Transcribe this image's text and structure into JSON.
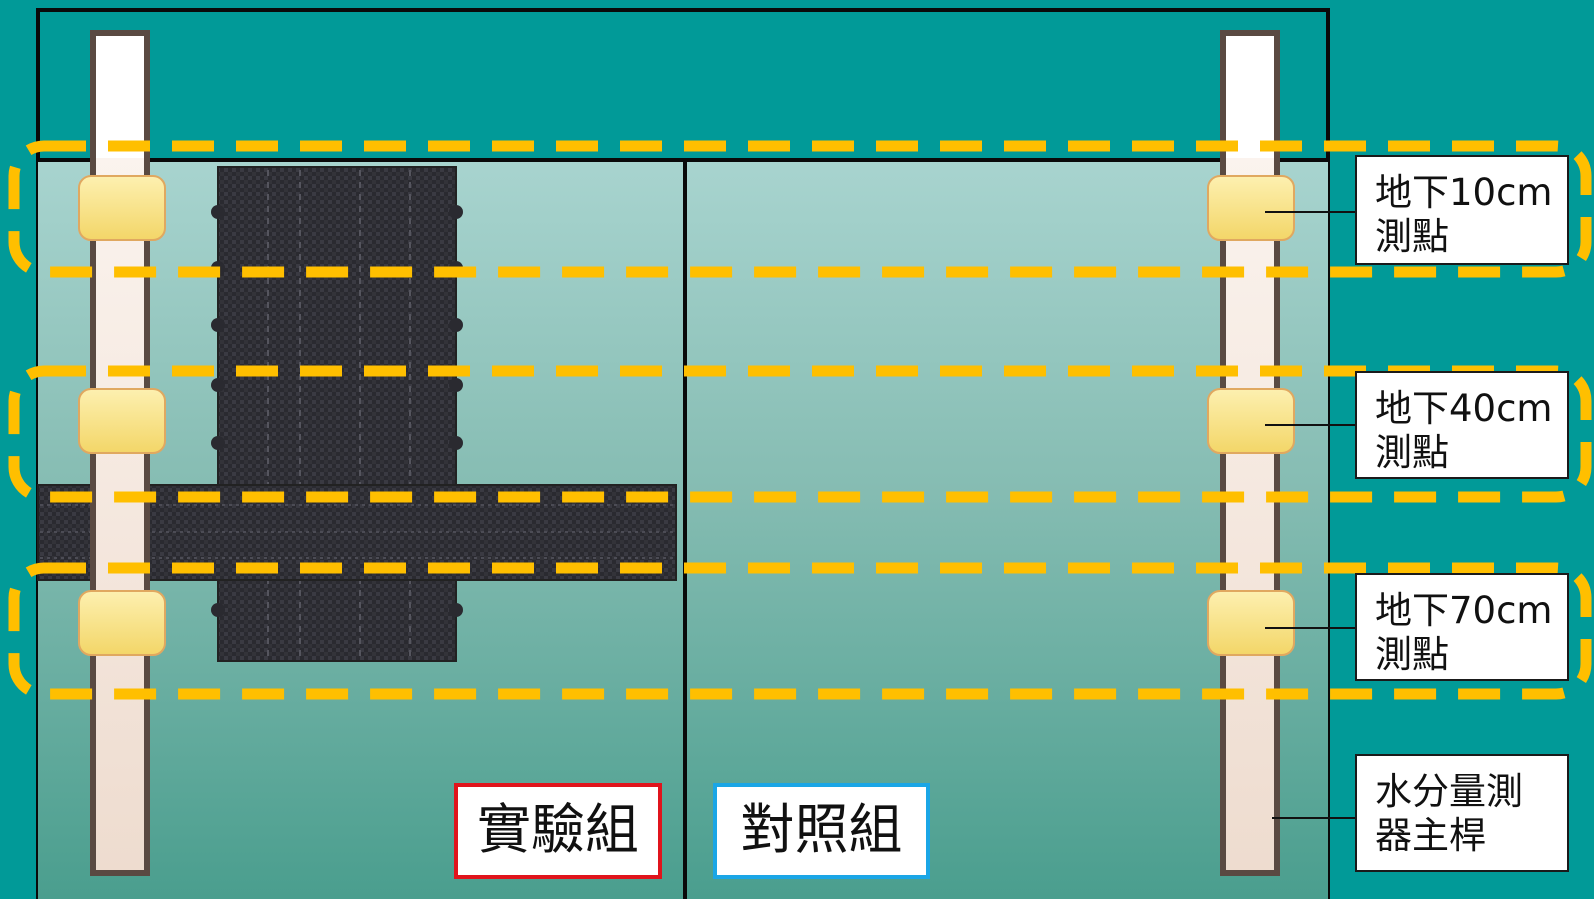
{
  "callouts": {
    "depth_10": {
      "line1": "地下10cm",
      "line2": "測點"
    },
    "depth_40": {
      "line1": "地下40cm",
      "line2": "測點"
    },
    "depth_70": {
      "line1": "地下70cm",
      "line2": "測點"
    },
    "probe_rod": {
      "line1": "水分量測",
      "line2": "器主桿"
    }
  },
  "groups": {
    "experimental": "實驗組",
    "control": "對照組"
  },
  "colors": {
    "background": "#019a98",
    "dashed_highlight": "#ffbf00",
    "experimental_border": "#e0141c",
    "control_border": "#1aa6e6",
    "sensor_fill": "#f8e086",
    "rod_fill": "#f4e6dc"
  }
}
